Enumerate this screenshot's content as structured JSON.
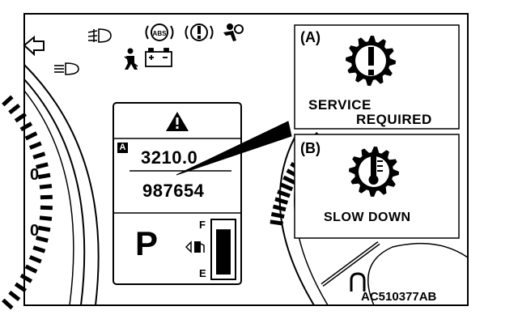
{
  "panel_a": {
    "label": "(A)",
    "line1": "SERVICE",
    "line2": "REQUIRED",
    "icon": "gear-exclamation-icon"
  },
  "panel_b": {
    "label": "(B)",
    "text": "SLOW DOWN",
    "icon": "gear-thermometer-icon"
  },
  "display": {
    "odometer": "3210.0",
    "trip": "987654",
    "trip_badge": "A",
    "gear": "P",
    "fuel_full": "F",
    "fuel_empty": "E",
    "warning_icon": "warning-triangle-icon",
    "fuel_level": 0.9
  },
  "tach_labels": [
    "0",
    "0"
  ],
  "reference_code": "AC510377AB",
  "indicator_icons": [
    "fog-light-icon",
    "abs-icon",
    "brake-warning-icon",
    "airbag-icon",
    "seatbelt-icon",
    "battery-icon",
    "headlight-icon",
    "turn-signal-icon"
  ],
  "colors": {
    "line": "#000000",
    "background": "#ffffff"
  }
}
